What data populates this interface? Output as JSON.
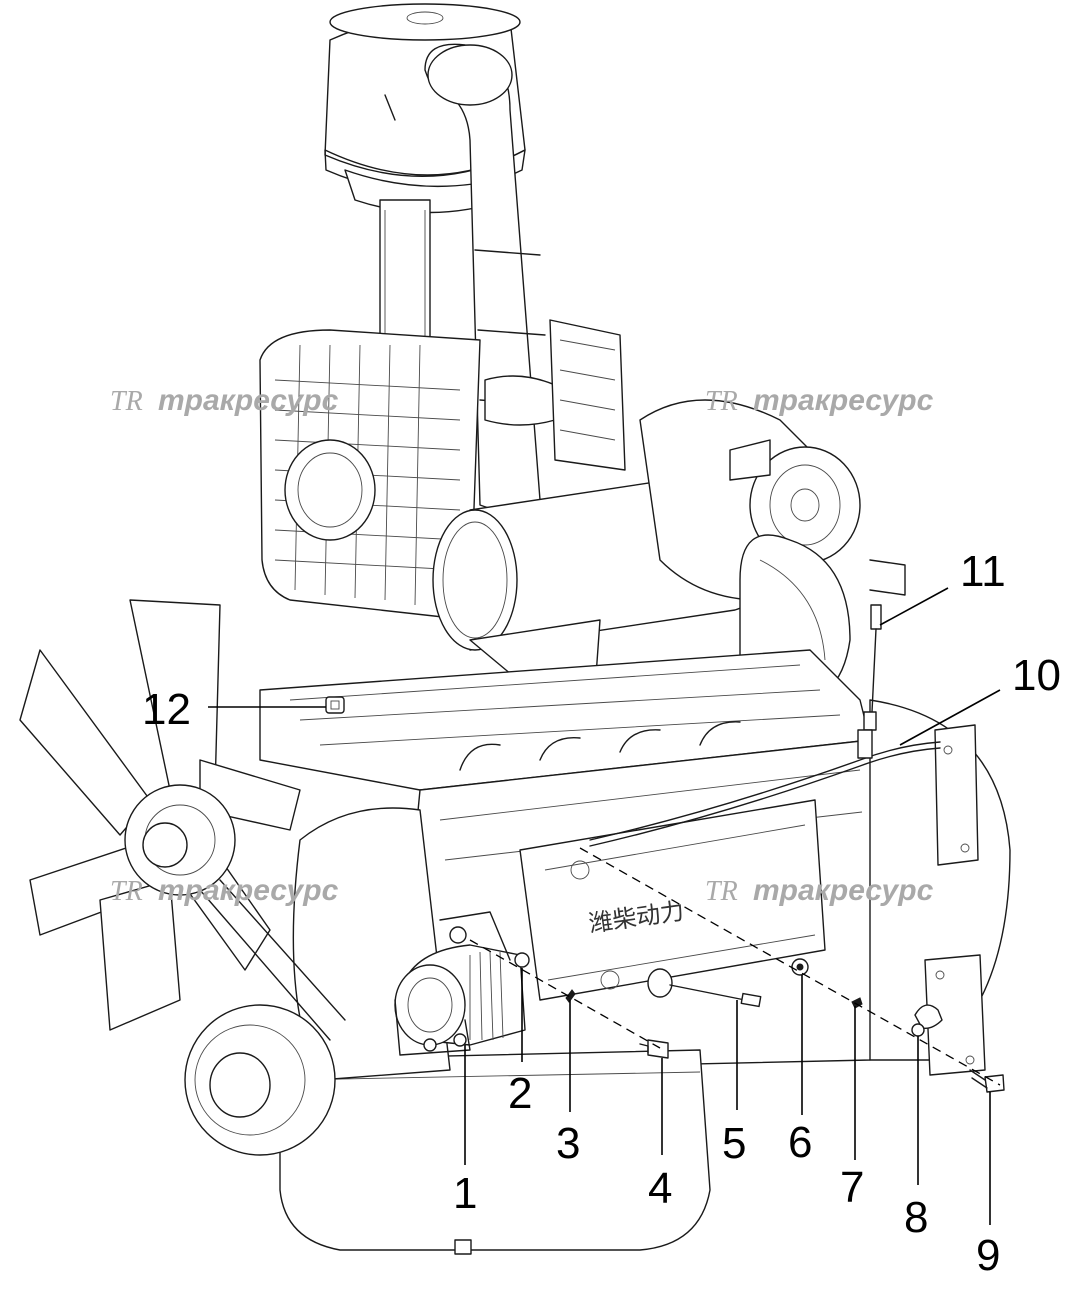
{
  "watermarks": [
    {
      "logo": "TR",
      "text": "тракресурс"
    },
    {
      "logo": "TR",
      "text": "тракресурс"
    },
    {
      "logo": "TR",
      "text": "тракресурс"
    },
    {
      "logo": "TR",
      "text": "тракресурс"
    }
  ],
  "engine_brand_text": "潍柴动力",
  "callouts": [
    "1",
    "2",
    "3",
    "4",
    "5",
    "6",
    "7",
    "8",
    "9",
    "10",
    "11",
    "12"
  ],
  "colors": {
    "line": "#1a1a1a",
    "watermark": "#a9a9a9",
    "background": "#ffffff"
  }
}
